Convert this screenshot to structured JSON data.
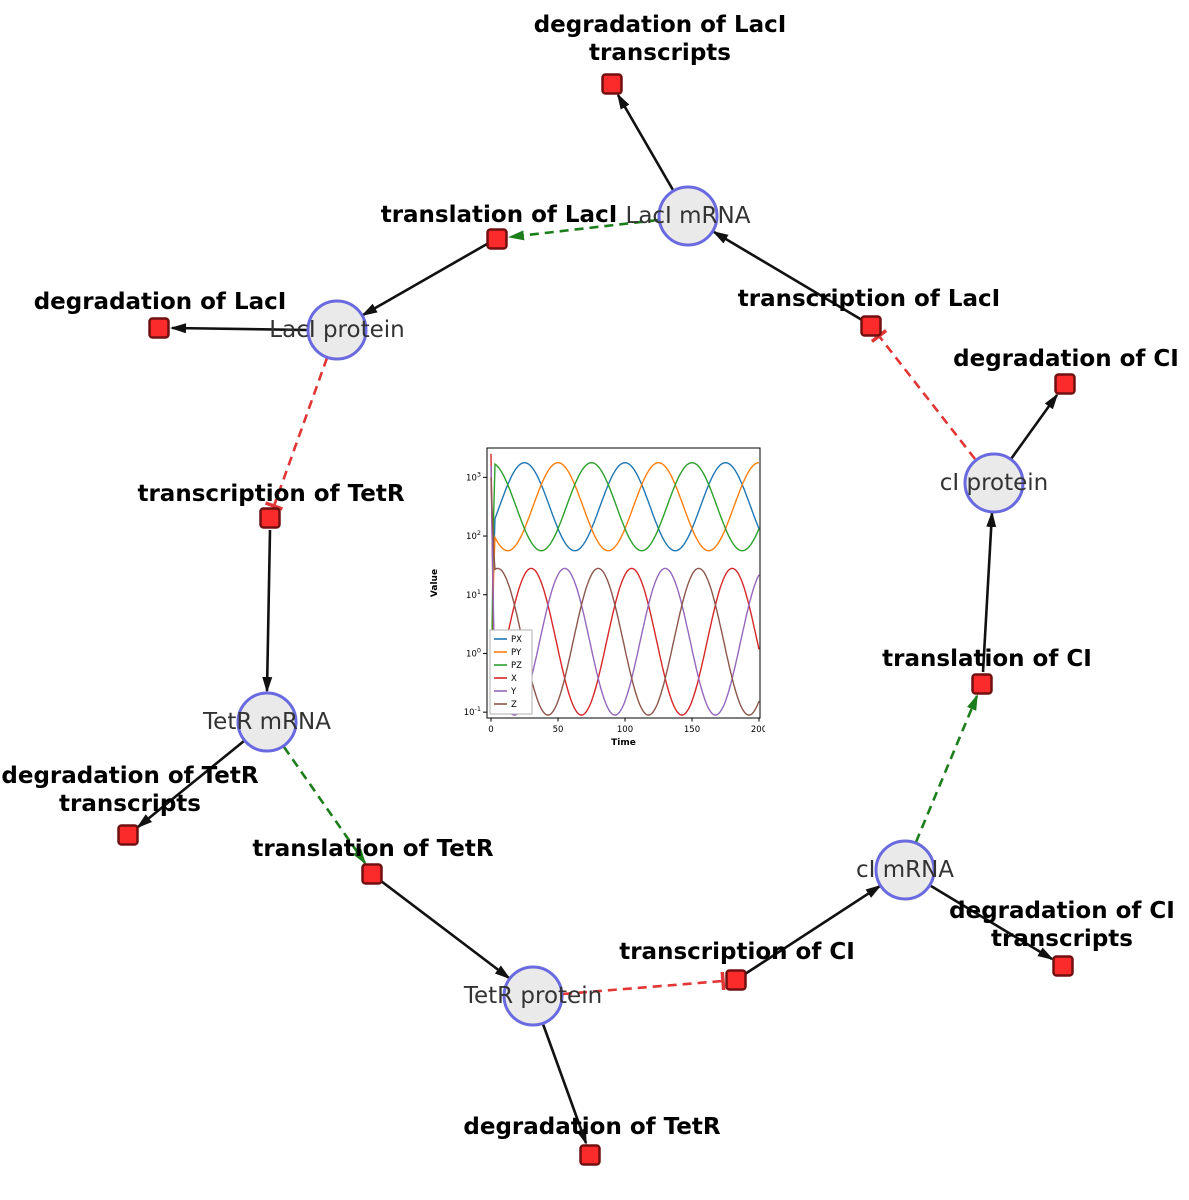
{
  "colors": {
    "species_fill": "#eaeaea",
    "species_stroke": "#6a6ae0",
    "reaction_fill": "#fb2b2b",
    "reaction_stroke": "#701010",
    "edge_black": "#111111",
    "edge_activation_green": "#1b7e1b",
    "edge_inhibition_red": "#e23535",
    "text_dark": "#000000",
    "species_text": "#333333"
  },
  "nodes": {
    "laci_mrna": {
      "label": "LacI mRNA"
    },
    "laci_protein": {
      "label": "LacI protein"
    },
    "tetr_mrna": {
      "label": "TetR mRNA"
    },
    "tetr_protein": {
      "label": "TetR protein"
    },
    "ci_mrna": {
      "label": "cI mRNA"
    },
    "ci_protein": {
      "label": "cI protein"
    }
  },
  "reactions": {
    "deg_laci_tx": {
      "line1": "degradation of LacI",
      "line2": "transcripts"
    },
    "translation_laci": {
      "label": "translation of LacI"
    },
    "transcription_laci": {
      "label": "transcription of LacI"
    },
    "deg_laci": {
      "label": "degradation of LacI"
    },
    "deg_ci": {
      "label": "degradation of CI"
    },
    "transcription_tetr": {
      "label": "transcription of TetR"
    },
    "translation_ci": {
      "label": "translation of CI"
    },
    "deg_tetr_tx": {
      "line1": "degradation of TetR",
      "line2": "transcripts"
    },
    "translation_tetr": {
      "label": "translation of TetR"
    },
    "transcription_ci": {
      "label": "transcription of CI"
    },
    "deg_ci_tx": {
      "line1": "degradation of CI",
      "line2": "transcripts"
    },
    "deg_tetr": {
      "label": "degradation of TetR"
    }
  },
  "chart_data": {
    "type": "line",
    "x_label": "Time",
    "y_label": "Value",
    "x_range": [
      0,
      200
    ],
    "x_ticks": [
      0,
      50,
      100,
      150,
      200
    ],
    "y_scale": "log",
    "y_tick_exponents": [
      -1,
      0,
      1,
      2,
      3
    ],
    "legend_position": "lower-left",
    "grid": false,
    "series": [
      {
        "name": "PX",
        "color": "#1f77b4",
        "log_mid": 2.5,
        "log_amp": 0.75,
        "period": 75,
        "first_peak_t": 25,
        "init_log": -1.0,
        "approx_min": 56,
        "approx_max": 1780
      },
      {
        "name": "PY",
        "color": "#ff7f0e",
        "log_mid": 2.5,
        "log_amp": 0.75,
        "period": 75,
        "first_peak_t": 50,
        "init_log": -1.0,
        "approx_min": 56,
        "approx_max": 1780
      },
      {
        "name": "PZ",
        "color": "#2ca02c",
        "log_mid": 2.5,
        "log_amp": 0.75,
        "period": 75,
        "first_peak_t": 75,
        "init_log": -1.0,
        "approx_min": 56,
        "approx_max": 1780
      },
      {
        "name": "X",
        "color": "#d62728",
        "log_mid": 0.2,
        "log_amp": 1.25,
        "period": 75,
        "first_peak_t": 30,
        "init_log": 3.4,
        "approx_min": 0.09,
        "approx_max": 28
      },
      {
        "name": "Y",
        "color": "#9467bd",
        "log_mid": 0.2,
        "log_amp": 1.25,
        "period": 75,
        "first_peak_t": 55,
        "init_log": 3.2,
        "approx_min": 0.09,
        "approx_max": 28
      },
      {
        "name": "Z",
        "color": "#8c564b",
        "log_mid": 0.2,
        "log_amp": 1.25,
        "period": 75,
        "first_peak_t": 80,
        "init_log": 3.0,
        "approx_min": 0.09,
        "approx_max": 28
      }
    ]
  }
}
